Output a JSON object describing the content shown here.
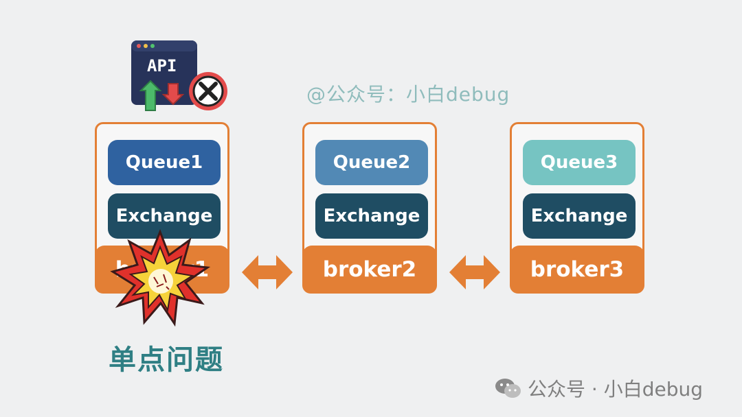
{
  "watermark_top": "@公众号：小白debug",
  "brokers": [
    {
      "queue": "Queue1",
      "exchange": "Exchange",
      "name": "broker1",
      "queue_color": "#2f62a0"
    },
    {
      "queue": "Queue2",
      "exchange": "Exchange",
      "name": "broker2",
      "queue_color": "#5289b5"
    },
    {
      "queue": "Queue3",
      "exchange": "Exchange",
      "name": "broker3",
      "queue_color": "#76c4c2"
    }
  ],
  "api": {
    "label": "API"
  },
  "problem_label": "单点问题",
  "footer": {
    "text": "公众号 · 小白debug"
  },
  "colors": {
    "orange": "#e37f35",
    "exchange": "#1f4d63",
    "green": "#49b86e",
    "red": "#e34b4b"
  }
}
